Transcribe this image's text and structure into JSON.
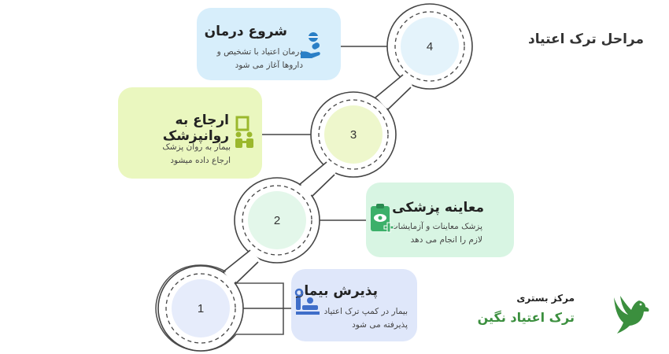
{
  "page_title": "مراحل ترک اعتیاد",
  "steps": [
    {
      "number": "1",
      "title": "پذیرش بیمار",
      "desc_line1": "بیمار در کمپ ترک اعتیاد",
      "desc_line2": "پذیرفته می شود",
      "icon": "patient-admission-icon",
      "color": "#dfe7fa"
    },
    {
      "number": "2",
      "title": "معاینه پزشکی",
      "desc_line1": "پزشک معاینات و آزمایشات",
      "desc_line2": "لازم را انجام می دهد",
      "icon": "medical-clipboard-icon",
      "color": "#d8f5e3"
    },
    {
      "number": "3",
      "title": "ارجاع به روانپزشک",
      "desc_line1": "بیمار به روان پزشک",
      "desc_line2": "ارجاع داده میشود",
      "icon": "psychiatrist-referral-icon",
      "color": "#eaf7bf"
    },
    {
      "number": "4",
      "title": "شروع درمان",
      "desc_line1": "درمان اعتیاد با تشخیص و",
      "desc_line2": "داروها آغاز می شود",
      "icon": "medicine-hand-icon",
      "color": "#d7eefb"
    }
  ],
  "brand": {
    "line1": "مرکز بستری",
    "line2": "ترک اعتیاد نگین",
    "logo": "bird-logo",
    "accent": "#3b8f3e"
  }
}
